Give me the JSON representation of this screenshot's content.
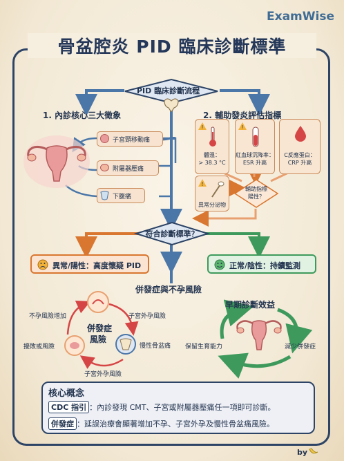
{
  "brand": "ExamWise",
  "title": "骨盆腔炎 PID 臨床診斷標準",
  "flow": {
    "start": "PID 臨床診斷流程",
    "section1": "1. 內診核心三大徵象",
    "section2": "2. 輔助發炎評估指標",
    "signs": [
      "子宮頸移動痛",
      "附屬器壓痛",
      "下腹痛"
    ],
    "aux": [
      {
        "l1": "體溫：",
        "l2": "> 38.3 °C"
      },
      {
        "l1": "紅血球沉降率：",
        "l2": "ESR 升高"
      },
      {
        "l1": "C反應蛋白：",
        "l2": "CRP 升高"
      }
    ],
    "discharge": "異常分泌物",
    "aux_diamond": [
      "輔助指標",
      "陽性？"
    ],
    "decision": "符合診斷標準？",
    "positive": "異常/陽性：高度懷疑 PID",
    "negative": "正常/陰性：持續監測"
  },
  "complications": {
    "heading": "併發症與不孕風險",
    "center": [
      "併發症",
      "風險"
    ],
    "items": [
      "不孕風險增加",
      "子宮外孕風險",
      "慢性骨盆痛",
      "子宮外孕風險",
      "擾敗或風險"
    ]
  },
  "early": {
    "heading": "早期診斷效益",
    "left": "保留生育能力",
    "right": "減少併發症"
  },
  "core": {
    "heading": "核心概念",
    "items": [
      {
        "tag": "CDC 指引",
        "text": "內診發現 CMT、子宮或附屬器壓痛任一項即可診斷。"
      },
      {
        "tag": "併發症",
        "text": "延誤治療會顯著增加不孕、子宮外孕及慢性骨盆痛風險。"
      }
    ]
  },
  "byline": "by",
  "colors": {
    "navy": "#2d4466",
    "orange": "#d9762f",
    "green": "#3d9a5c",
    "red": "#d64545",
    "blue": "#4a76a8"
  }
}
